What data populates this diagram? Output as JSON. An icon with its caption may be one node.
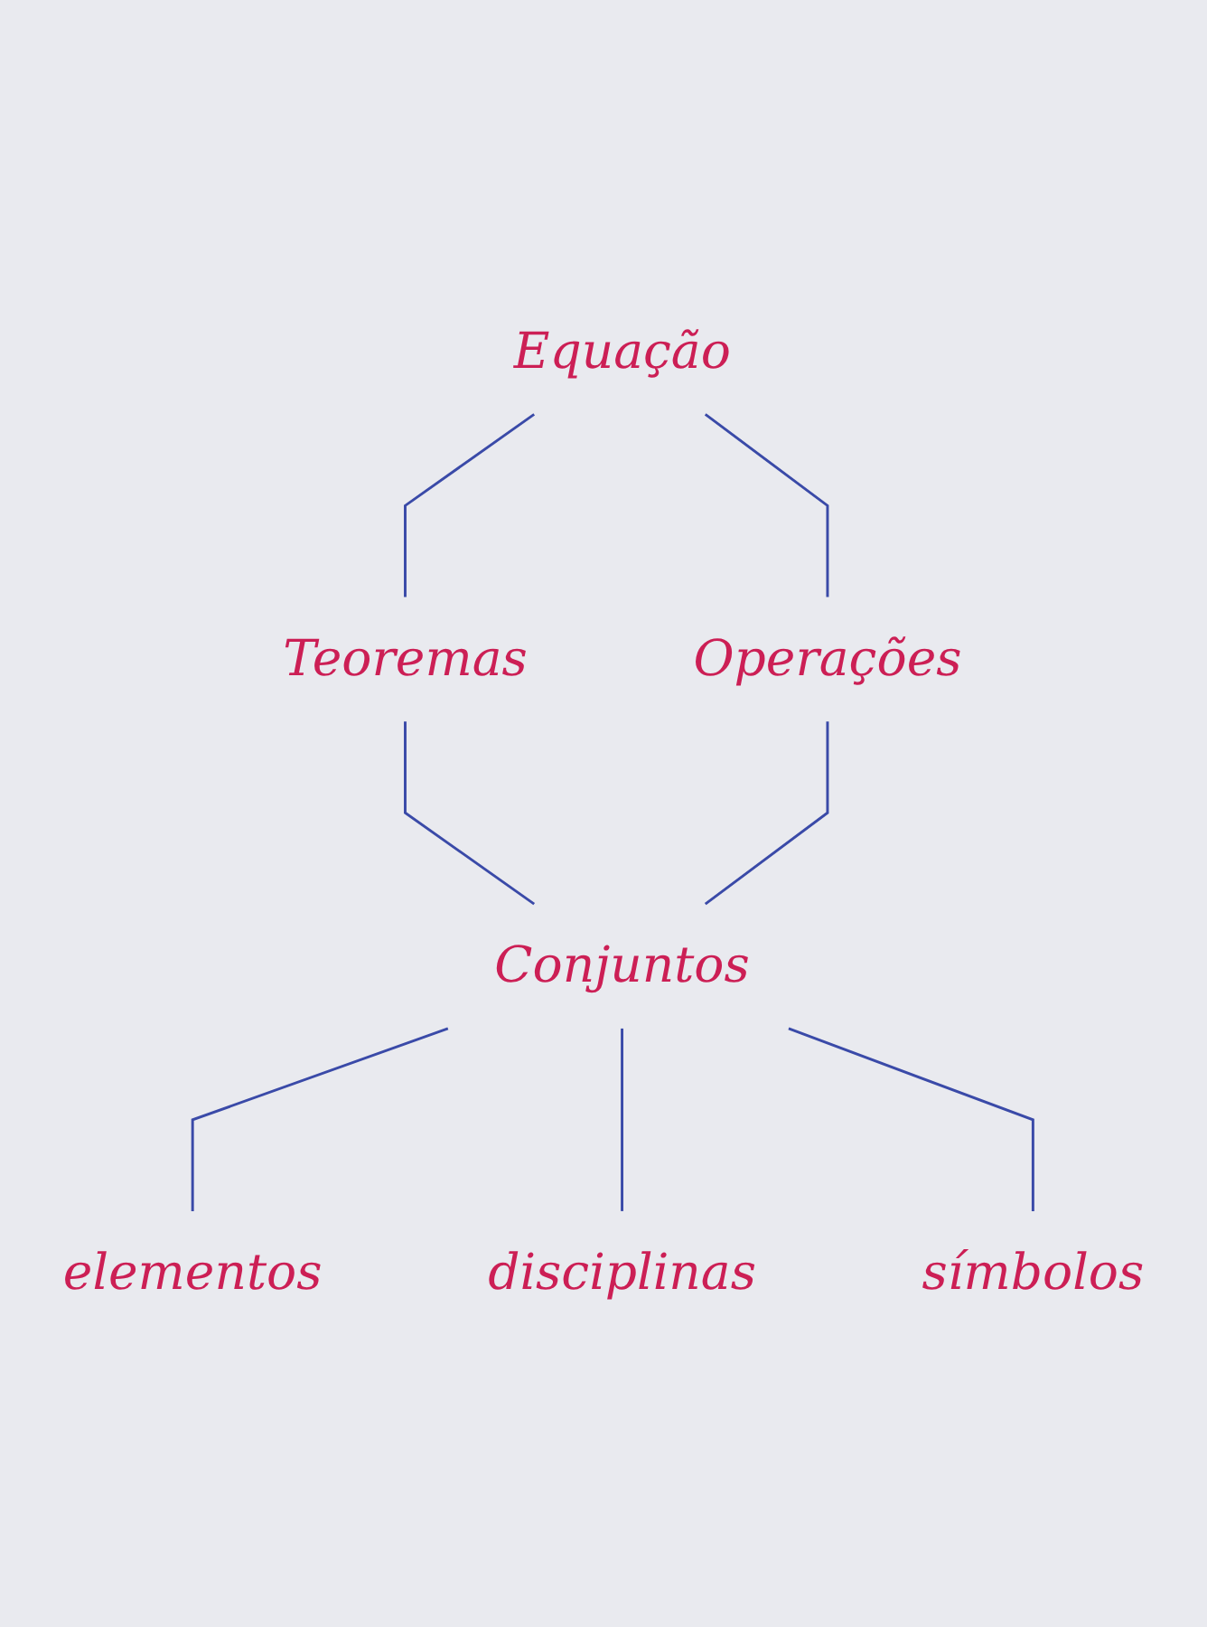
{
  "diagram": {
    "nodes": [
      {
        "text": [
          "Equação"
        ]
      },
      {
        "text": [
          "Teoremas"
        ]
      },
      {
        "text": [
          "Operações"
        ]
      },
      {
        "text": [
          "Conjuntos"
        ]
      },
      {
        "text": [
          "elementos"
        ]
      },
      {
        "text": [
          "símbolos"
        ]
      },
      {
        "text": [
          "disciplinas"
        ]
      }
    ],
    "edges": [
      {
        "from": 0,
        "to": 1,
        "arrow": "none"
      },
      {
        "from": 0,
        "to": 2,
        "arrow": "none"
      },
      {
        "from": 1,
        "to": 3,
        "arrow": "none"
      },
      {
        "from": 2,
        "to": 3,
        "arrow": "none"
      },
      {
        "from": 3,
        "to": 4,
        "arrow": "none"
      },
      {
        "from": 3,
        "to": 6,
        "arrow": "none"
      },
      {
        "from": 3,
        "to": 5,
        "arrow": "none"
      }
    ]
  }
}
